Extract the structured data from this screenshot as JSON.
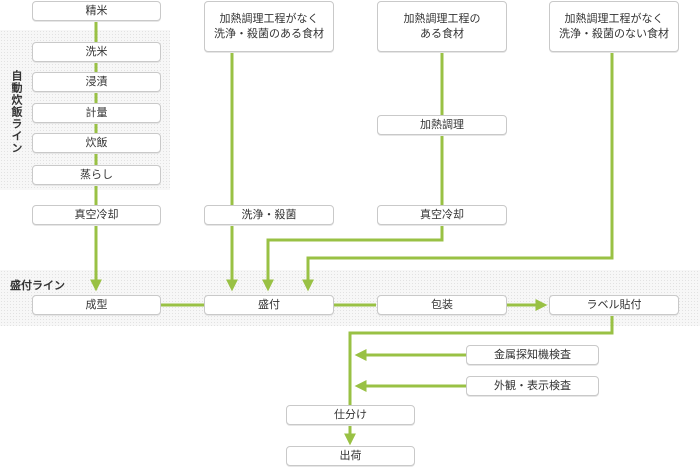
{
  "colors": {
    "line": "#99c144",
    "box_border": "#c9c9c9",
    "text": "#333333"
  },
  "sections": {
    "rice_line": "自動炊飯ライン",
    "plate_line": "盛付ライン"
  },
  "nodes": {
    "polishing": "精米",
    "washing_rice": "洗米",
    "soaking": "浸漬",
    "weighing": "計量",
    "cooking_rice": "炊飯",
    "steaming": "蒸らし",
    "vacuum_cooling_1": "真空冷却",
    "ingredient_a": "加熱調理工程がなく\n洗浄・殺菌のある食材",
    "wash_sterilize": "洗浄・殺菌",
    "ingredient_b": "加熱調理工程の\nある食材",
    "heat_cooking": "加熱調理",
    "vacuum_cooling_2": "真空冷却",
    "ingredient_c": "加熱調理工程がなく\n洗浄・殺菌のない食材",
    "shaping": "成型",
    "plating": "盛付",
    "packaging": "包装",
    "labeling": "ラベル貼付",
    "metal_detection": "金属探知機検査",
    "visual_inspection": "外観・表示検査",
    "sorting": "仕分け",
    "shipping": "出荷"
  }
}
